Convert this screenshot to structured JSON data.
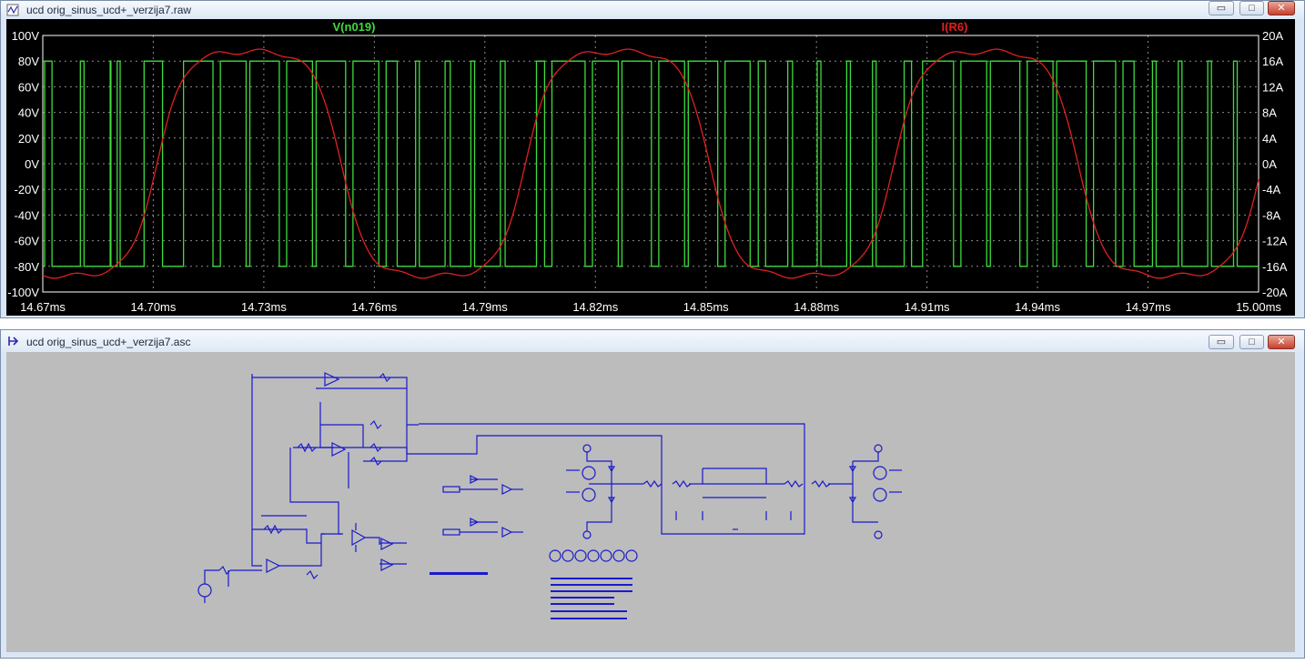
{
  "waveform_window": {
    "title": "ucd orig_sinus_ucd+_verzija7.raw",
    "buttons": {
      "minimize": "▭",
      "maximize": "□",
      "close": "✕"
    }
  },
  "schematic_window": {
    "title": "ucd orig_sinus_ucd+_verzija7.asc",
    "buttons": {
      "minimize": "▭",
      "maximize": "□",
      "close": "✕"
    }
  },
  "colors": {
    "plot_bg": "#000000",
    "voltage_trace": "#3ddc3d",
    "current_trace": "#e02020",
    "grid": "#8a8a8a",
    "axis_text": "#ffffff",
    "schematic_bg": "#bcbcbc",
    "wire": "#1a1acc"
  },
  "chart_data": {
    "type": "line",
    "x_unit": "ms",
    "x_ticks": [
      "14.67ms",
      "14.70ms",
      "14.73ms",
      "14.76ms",
      "14.79ms",
      "14.82ms",
      "14.85ms",
      "14.88ms",
      "14.91ms",
      "14.94ms",
      "14.97ms",
      "15.00ms"
    ],
    "xlim": [
      14.67,
      15.0
    ],
    "y_left_ticks": [
      "100V",
      "80V",
      "60V",
      "40V",
      "20V",
      "0V",
      "-20V",
      "-40V",
      "-60V",
      "-80V",
      "-100V"
    ],
    "ylim_left": [
      -100,
      100
    ],
    "y_right_ticks": [
      "20A",
      "16A",
      "12A",
      "8A",
      "4A",
      "0A",
      "-4A",
      "-8A",
      "-12A",
      "-16A",
      "-20A"
    ],
    "ylim_right": [
      -20,
      20
    ],
    "grid": true,
    "series": [
      {
        "name": "V(n019)",
        "axis": "left",
        "kind": "pwm",
        "high": 80,
        "low": -80,
        "high_intervals": [
          [
            14.6705,
            14.6725
          ],
          [
            14.6802,
            14.6812
          ],
          [
            14.6883,
            14.6885
          ],
          [
            14.6902,
            14.691
          ],
          [
            14.6975,
            14.7025
          ],
          [
            14.7082,
            14.7162
          ],
          [
            14.7182,
            14.7252
          ],
          [
            14.7262,
            14.7342
          ],
          [
            14.7362,
            14.7432
          ],
          [
            14.7442,
            14.7522
          ],
          [
            14.7542,
            14.7612
          ],
          [
            14.7632,
            14.7662
          ],
          [
            14.7712,
            14.7722
          ],
          [
            14.7792,
            14.7806
          ],
          [
            14.7862,
            14.7872
          ],
          [
            14.7942,
            14.7955
          ],
          [
            14.804,
            14.8062
          ],
          [
            14.8082,
            14.8172
          ],
          [
            14.8192,
            14.8262
          ],
          [
            14.8272,
            14.8352
          ],
          [
            14.8372,
            14.8442
          ],
          [
            14.8452,
            14.8532
          ],
          [
            14.8552,
            14.862
          ],
          [
            14.8642,
            14.8662
          ],
          [
            14.8722,
            14.8735
          ],
          [
            14.8802,
            14.8812
          ],
          [
            14.8882,
            14.8892
          ],
          [
            14.8952,
            14.8962
          ],
          [
            14.9038,
            14.9058
          ],
          [
            14.9088,
            14.9172
          ],
          [
            14.9192,
            14.9262
          ],
          [
            14.9272,
            14.9352
          ],
          [
            14.9372,
            14.9442
          ],
          [
            14.9452,
            14.9532
          ],
          [
            14.9552,
            14.9612
          ],
          [
            14.9632,
            14.9662
          ],
          [
            14.9712,
            14.9722
          ],
          [
            14.9782,
            14.9792
          ],
          [
            14.9862,
            14.9872
          ],
          [
            14.9932,
            14.9942
          ]
        ]
      },
      {
        "name": "I(R6)",
        "axis": "right",
        "kind": "sine",
        "amplitude": 17.5,
        "period_ms": 0.1,
        "zero_cross_rising_ms": 14.701,
        "ripple": 0.4
      }
    ]
  },
  "schematic": {
    "blocks": [
      "feedback-network",
      "opamp-integrator",
      "input-source",
      "comparator",
      "gate-drivers",
      "power-stage-left",
      "lc-output-filter",
      "power-stage-right",
      "supply-sources",
      "spice-directives"
    ]
  }
}
